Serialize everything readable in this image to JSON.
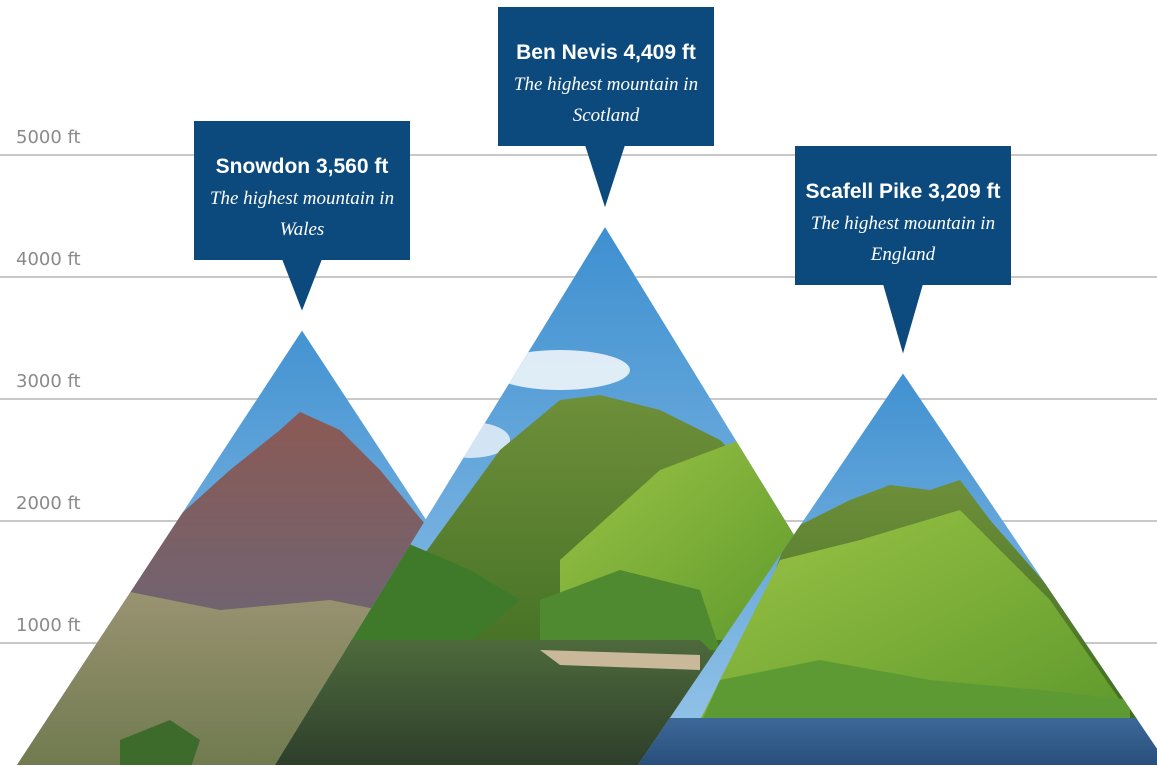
{
  "chart_data": {
    "type": "bar",
    "title": "",
    "xlabel": "",
    "ylabel": "",
    "ylim": [
      0,
      5000
    ],
    "grid": true,
    "yticks": [
      "1000 ft",
      "2000 ft",
      "3000 ft",
      "4000 ft",
      "5000 ft"
    ],
    "ytick_values": [
      1000,
      2000,
      3000,
      4000,
      5000
    ],
    "categories": [
      "Snowdon",
      "Ben Nevis",
      "Scafell Pike"
    ],
    "values": [
      3560,
      4409,
      3209
    ],
    "units": "ft",
    "labels": [
      "Snowdon 3,560 ft",
      "Ben Nevis 4,409 ft",
      "Scafell Pike 3,209 ft"
    ],
    "descriptions": [
      [
        "The highest mountain in",
        "Wales"
      ],
      [
        "The highest mountain in",
        "Scotland"
      ],
      [
        "The highest mountain in",
        "England"
      ]
    ]
  },
  "colors": {
    "callout": "#0c4a7d",
    "grid": "#c8c8c8",
    "tick_text": "#8a8a8a"
  }
}
